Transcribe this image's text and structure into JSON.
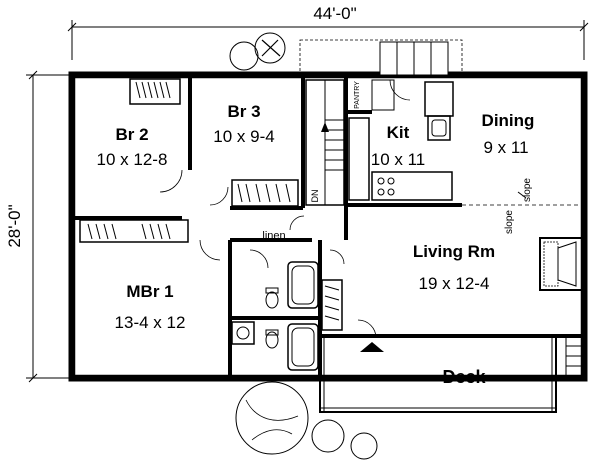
{
  "dimensions": {
    "width": "44'-0\"",
    "depth": "28'-0\""
  },
  "rooms": {
    "br2": {
      "name": "Br 2",
      "size": "10 x 12-8"
    },
    "br3": {
      "name": "Br 3",
      "size": "10 x 9-4"
    },
    "kit": {
      "name": "Kit",
      "size": "10 x 11"
    },
    "dining": {
      "name": "Dining",
      "size": "9 x 11"
    },
    "mbr1": {
      "name": "MBr 1",
      "size": "13-4 x 12"
    },
    "living": {
      "name": "Living Rm",
      "size": "19 x 12-4"
    },
    "deck": {
      "name": "Deck"
    }
  },
  "small_labels": {
    "linen": "linen",
    "pantry": "PANTRY",
    "dn": "DN",
    "slope_left": "slope",
    "slope_right": "slope"
  }
}
